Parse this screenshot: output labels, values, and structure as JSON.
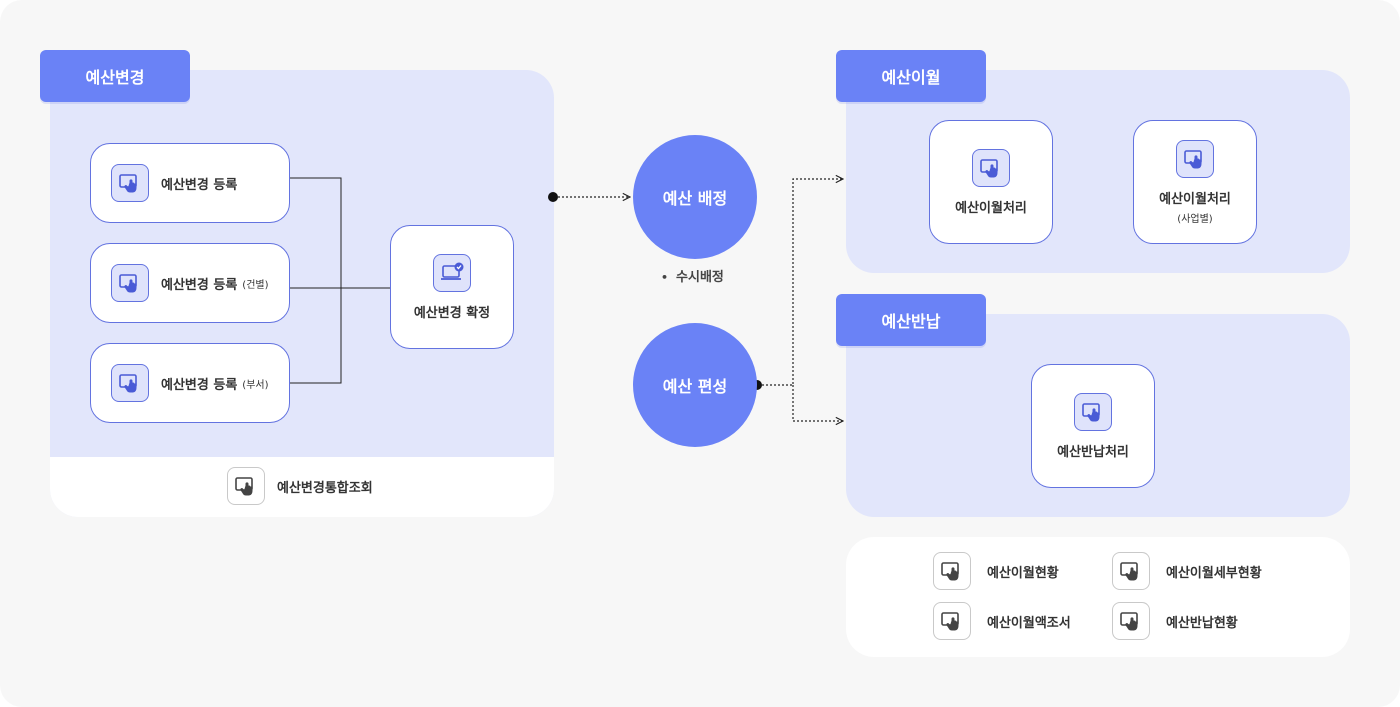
{
  "change": {
    "tag": "예산변경",
    "items": [
      {
        "label": "예산변경 등록",
        "sub": ""
      },
      {
        "label": "예산변경 등록",
        "sub": "(건별)"
      },
      {
        "label": "예산변경 등록",
        "sub": "(부서)"
      }
    ],
    "confirm": "예산변경 확정",
    "footer": "예산변경통합조회"
  },
  "center": {
    "allocation": "예산 배정",
    "allocation_note": "수시배정",
    "compilation": "예산 편성"
  },
  "carryover": {
    "tag": "예산이월",
    "items": [
      {
        "label": "예산이월처리",
        "sub": ""
      },
      {
        "label": "예산이월처리",
        "sub": "(사업별)"
      }
    ]
  },
  "return": {
    "tag": "예산반납",
    "item": "예산반납처리"
  },
  "reports": [
    "예산이월현황",
    "예산이월세부현황",
    "예산이월액조서",
    "예산반납현황"
  ],
  "colors": {
    "accent": "#6a82f6",
    "panel": "#e2e6fb",
    "border": "#6373e0"
  },
  "icons": {
    "click": "hand-pointer-screen-icon",
    "confirm": "laptop-check-icon"
  }
}
